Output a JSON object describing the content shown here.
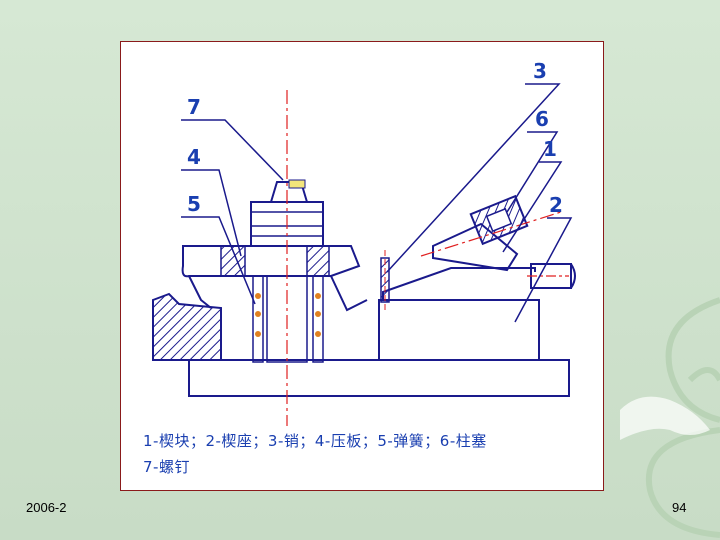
{
  "footer": {
    "date": "2006-2",
    "page": "94"
  },
  "diagram": {
    "callouts": [
      "7",
      "4",
      "5",
      "3",
      "6",
      "1",
      "2"
    ],
    "legend_line1": "1-楔块；2-楔座；3-销；4-压板；5-弹簧；6-柱塞",
    "legend_line2": "7-螺钉"
  },
  "colors": {
    "outline": "#1a1a8c",
    "hatch": "#1a1a8c",
    "centerline": "#e02020",
    "spring": "#e08020",
    "frame": "#8a1a1a"
  }
}
